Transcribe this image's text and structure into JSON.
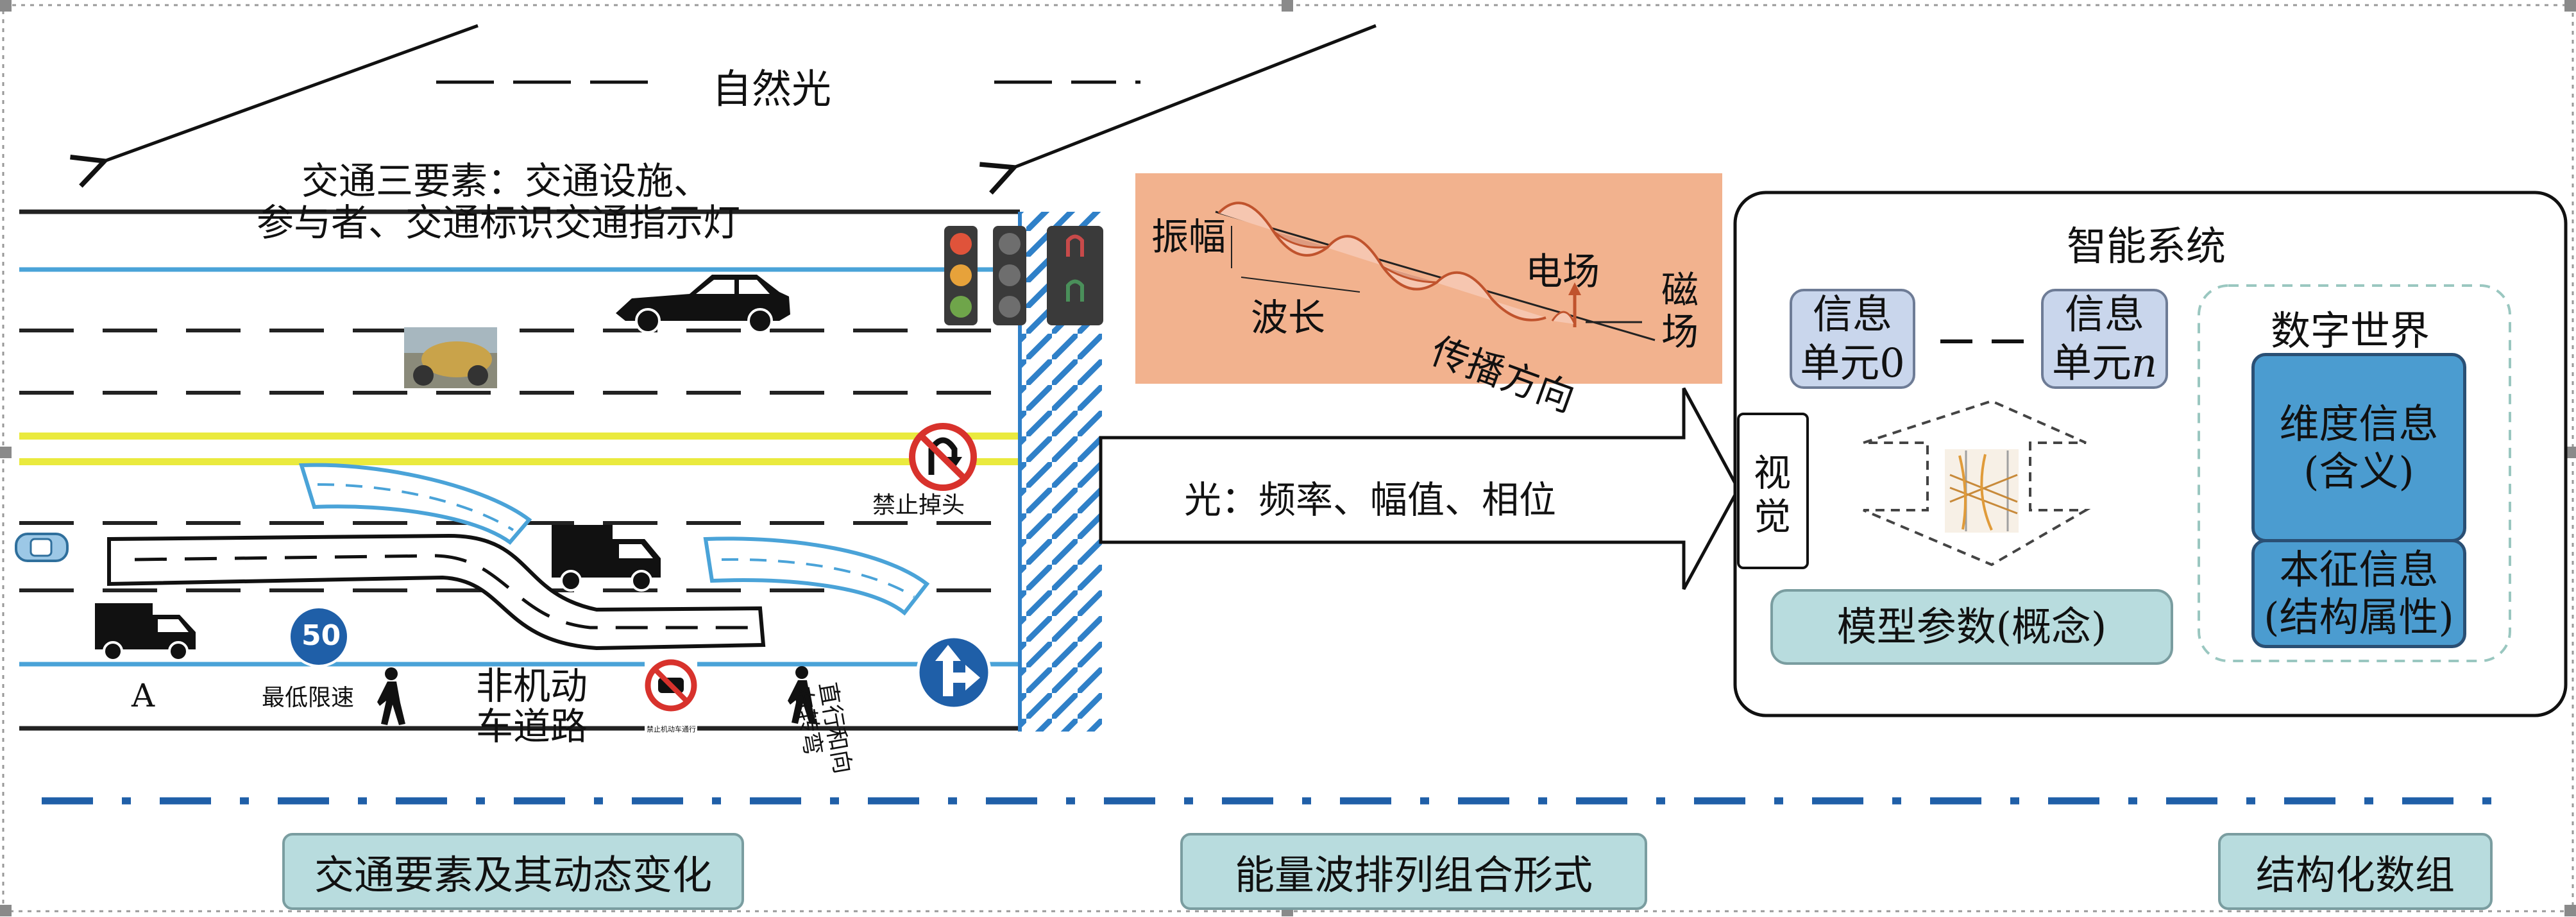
{
  "top": {
    "natural_light": "自然光"
  },
  "road": {
    "title_line1": "交通三要素：交通设施、",
    "title_line2": "参与者、交通标识交通指示灯",
    "no_uturn": "禁止掉头",
    "min_speed": "最低限速",
    "speed_value": "50",
    "non_motor_line1": "非机动",
    "non_motor_line2": "车道路",
    "straight_right": "直行和向右转弯",
    "point_a": "A",
    "no_motor_sign": "禁止机动车通行"
  },
  "wave": {
    "amplitude": "振幅",
    "wavelength": "波长",
    "electric_field": "电场",
    "magnetic_field_1": "磁",
    "magnetic_field_2": "场",
    "propagation": "传播方向",
    "light_properties": "光：频率、幅值、相位",
    "colors": {
      "panel": "#f2b28e",
      "field": "#d2603f"
    }
  },
  "system": {
    "title": "智能系统",
    "info_unit0_line1": "信息",
    "info_unit0_line2": "单元0",
    "info_unitn_line1": "信息",
    "info_unitn_line2_prefix": "单元",
    "info_unitn_line2_n": "n",
    "vision_1": "视",
    "vision_2": "觉",
    "model_params": "模型参数(概念)",
    "digital_world": "数字世界",
    "dimension_info_1": "维度信息",
    "dimension_info_2": "(含义)",
    "intrinsic_info_1": "本征信息",
    "intrinsic_info_2": "(结构属性)"
  },
  "bottom": {
    "traffic_elements": "交通要素及其动态变化",
    "energy_wave": "能量波排列组合形式",
    "structured_array": "结构化数组"
  }
}
